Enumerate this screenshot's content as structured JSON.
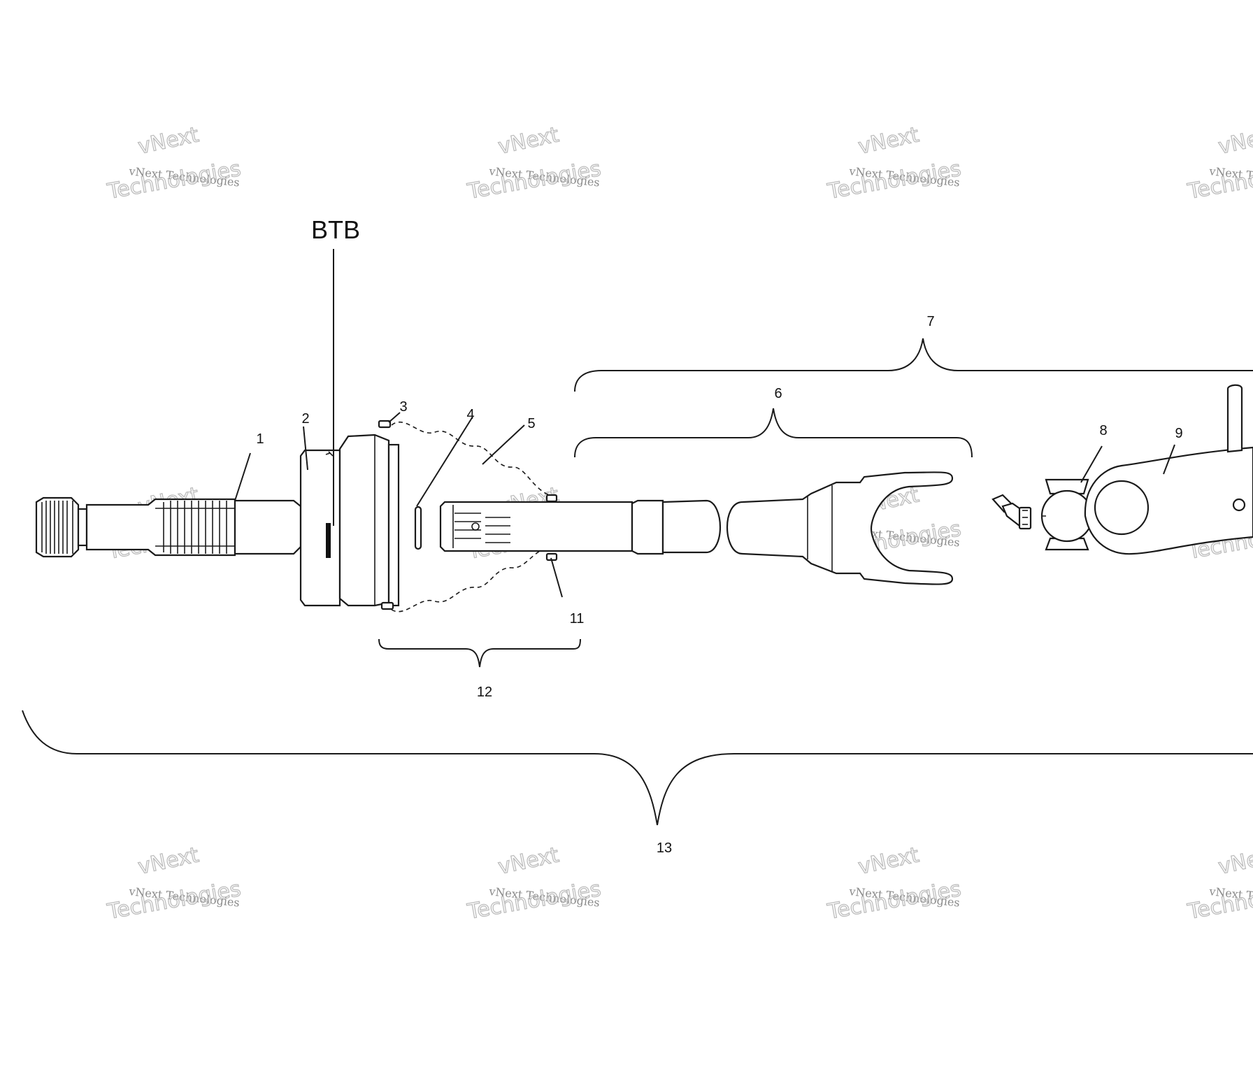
{
  "diagram": {
    "header_label": "BTB",
    "callouts": [
      "1",
      "2",
      "3",
      "4",
      "5",
      "6",
      "7",
      "8",
      "9",
      "11",
      "12",
      "13"
    ]
  },
  "watermark": {
    "line1": "vNext",
    "line2": "vNext Technologies",
    "line3": "Technologies"
  }
}
